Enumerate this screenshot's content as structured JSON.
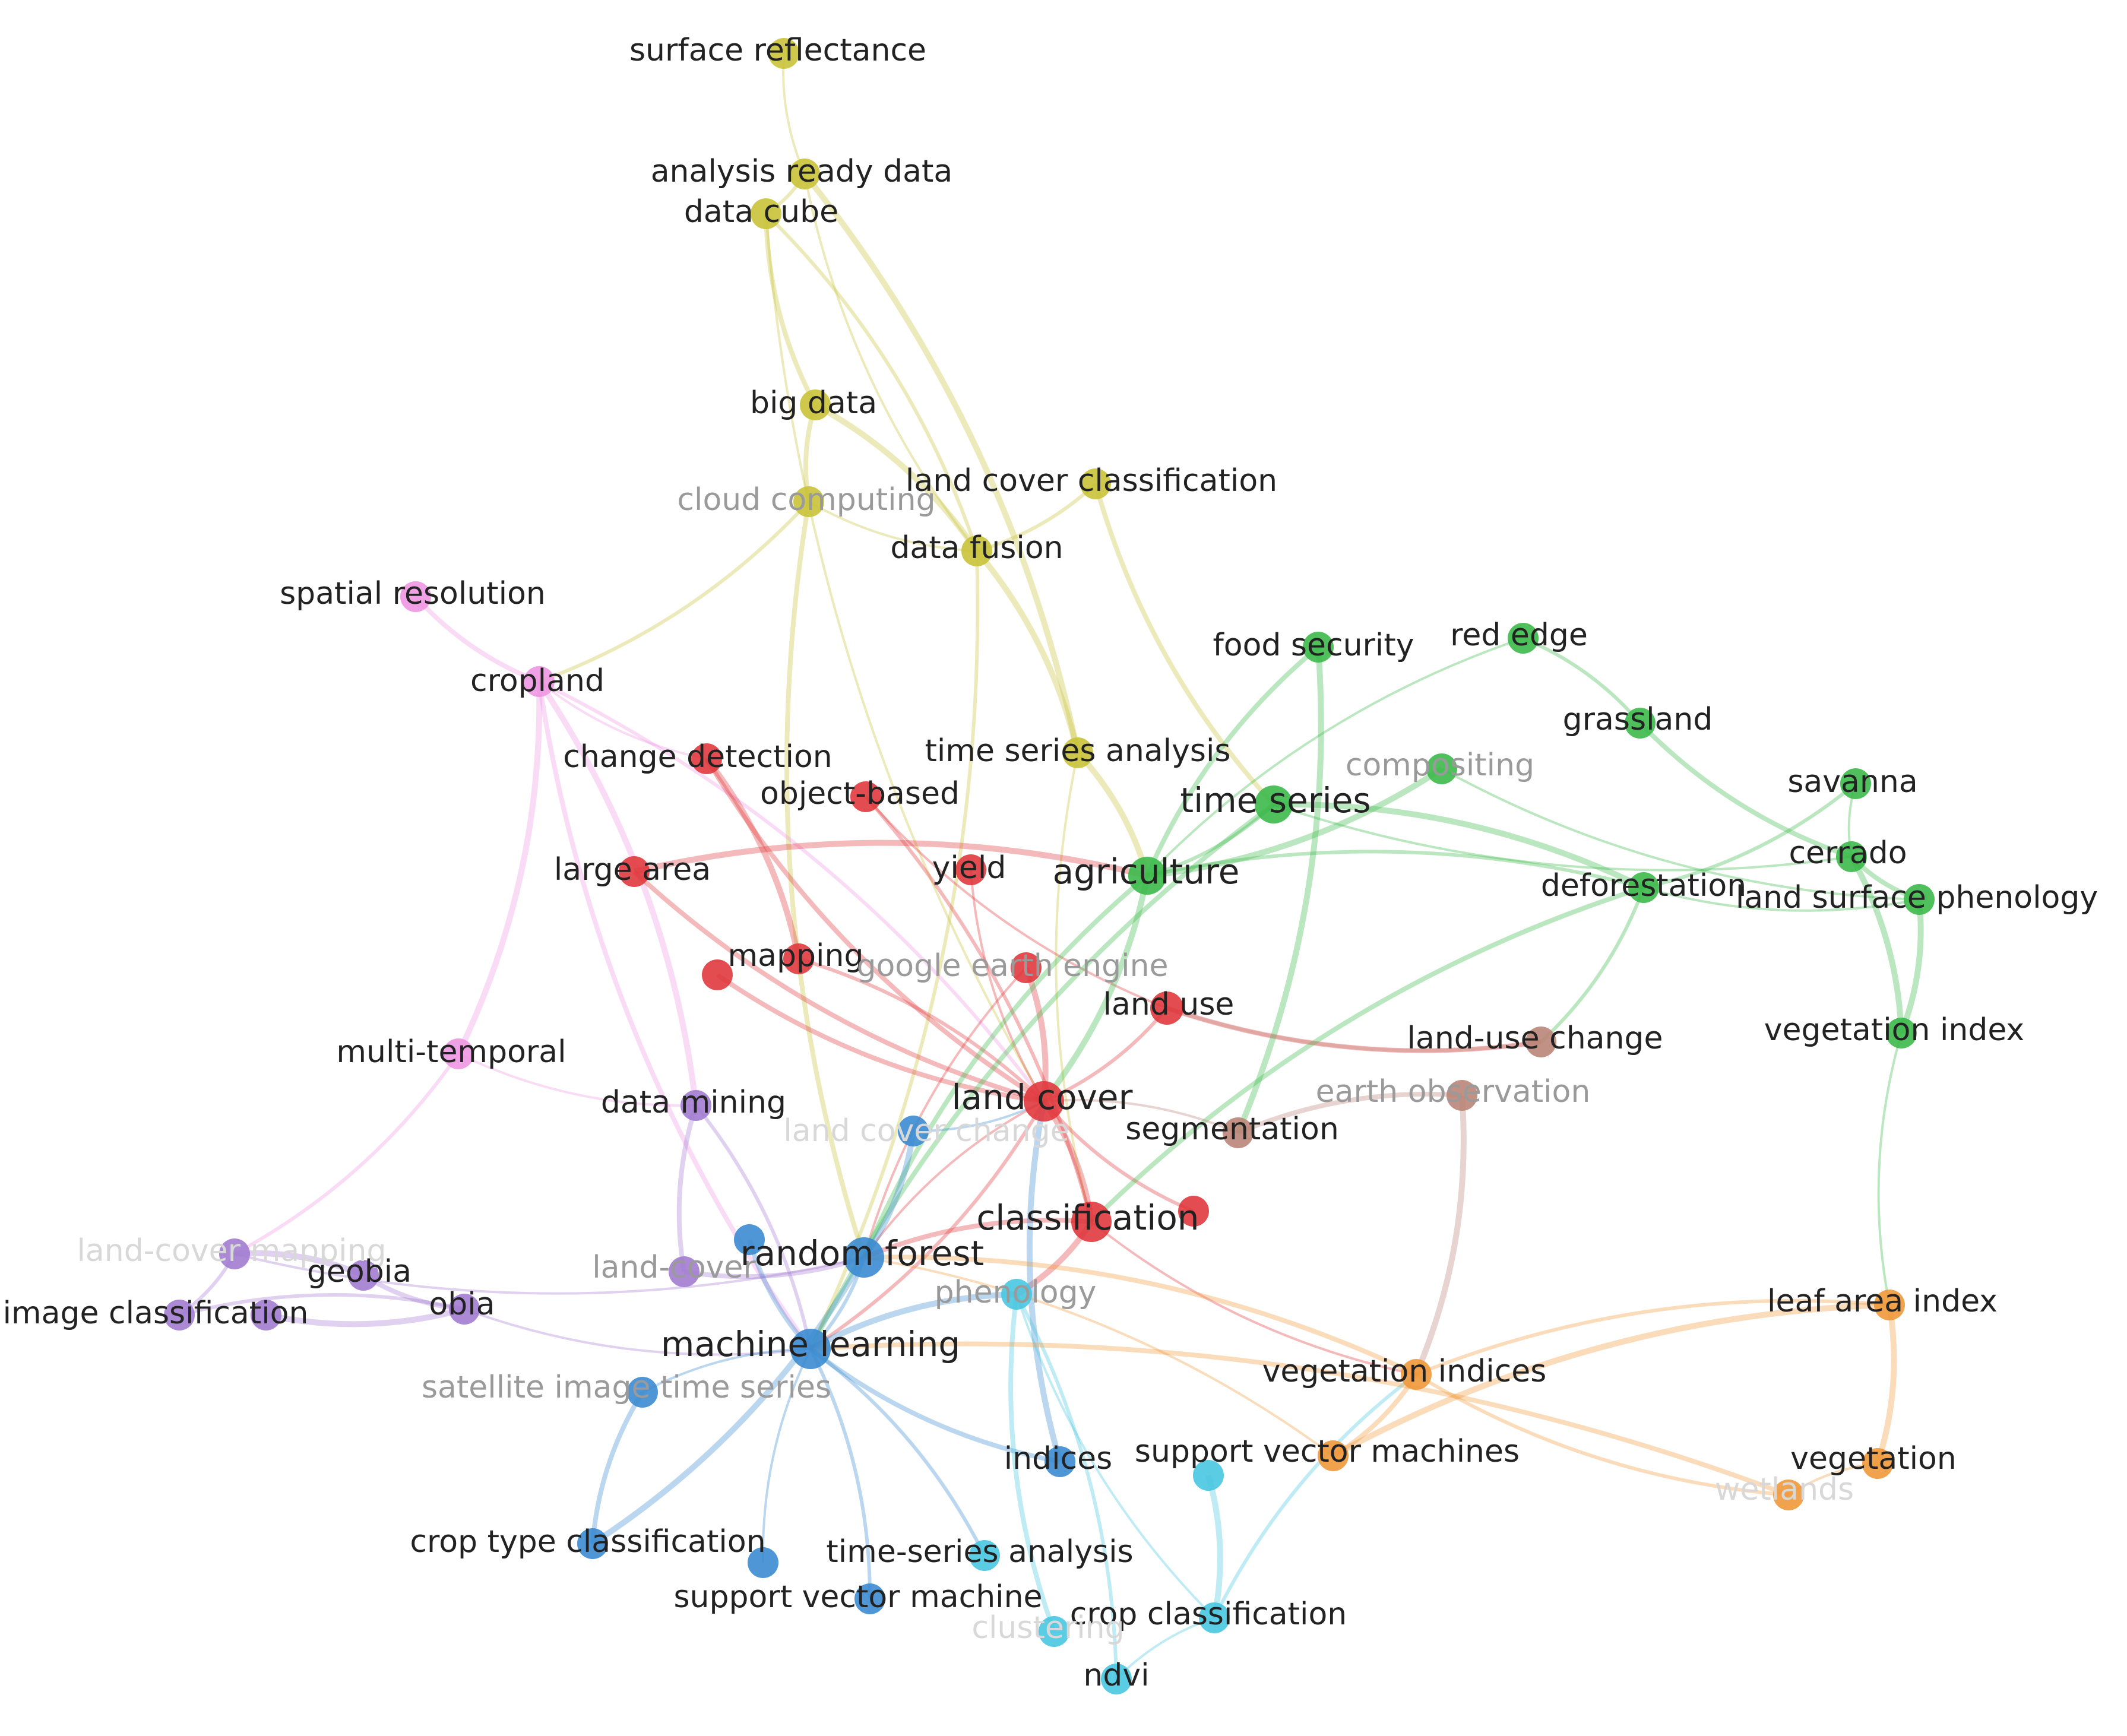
{
  "clusters": {
    "yellow": "#c9c338",
    "red": "#e0393d",
    "green": "#3cb94a",
    "blue": "#3b8bd0",
    "purple": "#a27cd0",
    "pink": "#ee97e2",
    "cyan": "#48c6e0",
    "orange": "#f0983a",
    "brown": "#b98577"
  },
  "nodes": [
    {
      "id": "surface_reflectance",
      "label": "surface reflectance",
      "cluster": "yellow"
    },
    {
      "id": "analysis_ready_data",
      "label": "analysis ready data",
      "cluster": "yellow"
    },
    {
      "id": "data_cube",
      "label": "data cube",
      "cluster": "yellow"
    },
    {
      "id": "big_data",
      "label": "big data",
      "cluster": "yellow"
    },
    {
      "id": "cloud_computing",
      "label": "cloud computing",
      "cluster": "yellow",
      "faint": true
    },
    {
      "id": "land_cover_classification",
      "label": "land cover classification",
      "cluster": "yellow"
    },
    {
      "id": "data_fusion",
      "label": "data fusion",
      "cluster": "yellow"
    },
    {
      "id": "time_series_analysis",
      "label": "time series analysis",
      "cluster": "yellow"
    },
    {
      "id": "spatial_resolution",
      "label": "spatial resolution",
      "cluster": "pink"
    },
    {
      "id": "cropland",
      "label": "cropland",
      "cluster": "pink"
    },
    {
      "id": "multi_temporal",
      "label": "multi-temporal",
      "cluster": "pink"
    },
    {
      "id": "change_detection",
      "label": "change detection",
      "cluster": "red"
    },
    {
      "id": "object_based",
      "label": "object-based",
      "cluster": "red"
    },
    {
      "id": "large_area",
      "label": "large area",
      "cluster": "red"
    },
    {
      "id": "yield",
      "label": "yield",
      "cluster": "red"
    },
    {
      "id": "mapping",
      "label": "mapping",
      "cluster": "red"
    },
    {
      "id": "mapping_left",
      "label": "",
      "cluster": "red"
    },
    {
      "id": "google_earth_engine",
      "label": "google earth engine",
      "cluster": "red",
      "faint": true
    },
    {
      "id": "land_use",
      "label": "land use",
      "cluster": "red"
    },
    {
      "id": "land_cover",
      "label": "land cover",
      "cluster": "red",
      "big": true
    },
    {
      "id": "classification",
      "label": "classification",
      "cluster": "red",
      "big": true
    },
    {
      "id": "classification_right",
      "label": "",
      "cluster": "red"
    },
    {
      "id": "food_security",
      "label": "food security",
      "cluster": "green"
    },
    {
      "id": "red_edge",
      "label": "red edge",
      "cluster": "green"
    },
    {
      "id": "grassland",
      "label": "grassland",
      "cluster": "green"
    },
    {
      "id": "compositing",
      "label": "compositing",
      "cluster": "green",
      "faint": true
    },
    {
      "id": "time_series",
      "label": "time series",
      "cluster": "green",
      "big": true
    },
    {
      "id": "agriculture",
      "label": "agriculture",
      "cluster": "green",
      "big": true
    },
    {
      "id": "savanna",
      "label": "savanna",
      "cluster": "green"
    },
    {
      "id": "cerrado",
      "label": "cerrado",
      "cluster": "green"
    },
    {
      "id": "deforestation",
      "label": "deforestation",
      "cluster": "green"
    },
    {
      "id": "land_surface_phenology",
      "label": "land surface phenology",
      "cluster": "green"
    },
    {
      "id": "vegetation_index",
      "label": "vegetation index",
      "cluster": "green"
    },
    {
      "id": "land_use_change",
      "label": "land-use change",
      "cluster": "brown"
    },
    {
      "id": "earth_observation",
      "label": "earth observation",
      "cluster": "brown",
      "faint": true
    },
    {
      "id": "segmentation",
      "label": "segmentation",
      "cluster": "brown"
    },
    {
      "id": "data_mining",
      "label": "data mining",
      "cluster": "purple"
    },
    {
      "id": "land_cover_mapping",
      "label": "land-cover mapping",
      "cluster": "purple",
      "vfaint": true
    },
    {
      "id": "geobia",
      "label": "geobia",
      "cluster": "purple"
    },
    {
      "id": "obia",
      "label": "obia",
      "cluster": "purple"
    },
    {
      "id": "image_classification",
      "label": "image classification",
      "cluster": "purple"
    },
    {
      "id": "image_classification_2",
      "label": "",
      "cluster": "purple"
    },
    {
      "id": "land_cover_purple",
      "label": "land-cover",
      "cluster": "purple",
      "faint": true
    },
    {
      "id": "land_cover_change",
      "label": "land cover change",
      "cluster": "blue",
      "vfaint": true
    },
    {
      "id": "random_forest",
      "label": "random forest",
      "cluster": "blue",
      "big": true
    },
    {
      "id": "random_forest_left",
      "label": "",
      "cluster": "blue"
    },
    {
      "id": "machine_learning",
      "label": "machine learning",
      "cluster": "blue",
      "big": true
    },
    {
      "id": "satellite_image_time_series",
      "label": "satellite image time series",
      "cluster": "blue",
      "faint": true
    },
    {
      "id": "indices",
      "label": "indices",
      "cluster": "blue"
    },
    {
      "id": "crop_type_classification",
      "label": "crop type classification",
      "cluster": "blue"
    },
    {
      "id": "crop_type_2",
      "label": "",
      "cluster": "blue"
    },
    {
      "id": "support_vector_machine",
      "label": "support vector machine",
      "cluster": "blue"
    },
    {
      "id": "phenology",
      "label": "phenology",
      "cluster": "cyan",
      "faint": true
    },
    {
      "id": "support_vector_machines_cyan",
      "label": "",
      "cluster": "cyan"
    },
    {
      "id": "time_series_analysis_2",
      "label": "time-series analysis",
      "cluster": "cyan"
    },
    {
      "id": "crop_classification",
      "label": "crop classification",
      "cluster": "cyan"
    },
    {
      "id": "clustering",
      "label": "clustering",
      "cluster": "cyan",
      "vfaint": true
    },
    {
      "id": "ndvi",
      "label": "ndvi",
      "cluster": "cyan"
    },
    {
      "id": "vegetation_indices",
      "label": "vegetation indices",
      "cluster": "orange"
    },
    {
      "id": "support_vector_machines",
      "label": "support vector machines",
      "cluster": "orange"
    },
    {
      "id": "leaf_area_index",
      "label": "leaf area index",
      "cluster": "orange"
    },
    {
      "id": "vegetation",
      "label": "vegetation",
      "cluster": "orange"
    },
    {
      "id": "wetlands",
      "label": "wetlands",
      "cluster": "orange",
      "vfaint": true
    }
  ],
  "edges": [
    [
      "surface_reflectance",
      "analysis_ready_data"
    ],
    [
      "analysis_ready_data",
      "data_cube"
    ],
    [
      "data_cube",
      "big_data"
    ],
    [
      "analysis_ready_data",
      "time_series_analysis"
    ],
    [
      "analysis_ready_data",
      "data_fusion"
    ],
    [
      "data_cube",
      "data_fusion"
    ],
    [
      "big_data",
      "cloud_computing"
    ],
    [
      "big_data",
      "data_fusion"
    ],
    [
      "cloud_computing",
      "data_fusion"
    ],
    [
      "land_cover_classification",
      "data_fusion"
    ],
    [
      "land_cover_classification",
      "time_series"
    ],
    [
      "data_fusion",
      "time_series_analysis"
    ],
    [
      "data_cube",
      "land_cover"
    ],
    [
      "cloud_computing",
      "cropland"
    ],
    [
      "cloud_computing",
      "random_forest"
    ],
    [
      "time_series_analysis",
      "agriculture"
    ],
    [
      "time_series_analysis",
      "classification"
    ],
    [
      "data_fusion",
      "machine_learning"
    ],
    [
      "spatial_resolution",
      "cropland"
    ],
    [
      "cropland",
      "multi_temporal"
    ],
    [
      "cropland",
      "change_detection"
    ],
    [
      "cropland",
      "land_cover"
    ],
    [
      "cropland",
      "machine_learning"
    ],
    [
      "cropland",
      "data_mining"
    ],
    [
      "multi_temporal",
      "data_mining"
    ],
    [
      "multi_temporal",
      "land_cover_mapping"
    ],
    [
      "change_detection",
      "land_cover"
    ],
    [
      "change_detection",
      "mapping"
    ],
    [
      "object_based",
      "land_use"
    ],
    [
      "object_based",
      "classification"
    ],
    [
      "large_area",
      "land_cover"
    ],
    [
      "large_area",
      "agriculture"
    ],
    [
      "yield",
      "land_cover"
    ],
    [
      "mapping",
      "land_cover"
    ],
    [
      "mapping_left",
      "land_cover"
    ],
    [
      "google_earth_engine",
      "land_cover"
    ],
    [
      "google_earth_engine",
      "random_forest"
    ],
    [
      "land_use",
      "land_cover"
    ],
    [
      "land_use",
      "land_use_change"
    ],
    [
      "land_cover",
      "classification"
    ],
    [
      "land_cover",
      "random_forest"
    ],
    [
      "land_cover",
      "machine_learning"
    ],
    [
      "classification",
      "random_forest"
    ],
    [
      "classification",
      "phenology"
    ],
    [
      "classification",
      "vegetation_indices"
    ],
    [
      "classification_right",
      "land_cover"
    ],
    [
      "food_security",
      "agriculture"
    ],
    [
      "food_security",
      "segmentation"
    ],
    [
      "red_edge",
      "agriculture"
    ],
    [
      "red_edge",
      "grassland"
    ],
    [
      "grassland",
      "cerrado"
    ],
    [
      "compositing",
      "agriculture"
    ],
    [
      "compositing",
      "land_surface_phenology"
    ],
    [
      "time_series",
      "agriculture"
    ],
    [
      "time_series",
      "machine_learning"
    ],
    [
      "time_series",
      "deforestation"
    ],
    [
      "time_series",
      "cerrado"
    ],
    [
      "agriculture",
      "deforestation"
    ],
    [
      "agriculture",
      "random_forest"
    ],
    [
      "agriculture",
      "land_cover"
    ],
    [
      "savanna",
      "cerrado"
    ],
    [
      "savanna",
      "deforestation"
    ],
    [
      "cerrado",
      "land_surface_phenology"
    ],
    [
      "cerrado",
      "vegetation_index"
    ],
    [
      "deforestation",
      "land_surface_phenology"
    ],
    [
      "deforestation",
      "land_use_change"
    ],
    [
      "deforestation",
      "classification"
    ],
    [
      "land_surface_phenology",
      "vegetation_index"
    ],
    [
      "vegetation_index",
      "leaf_area_index"
    ],
    [
      "land_use_change",
      "land_use"
    ],
    [
      "earth_observation",
      "segmentation"
    ],
    [
      "earth_observation",
      "vegetation_indices"
    ],
    [
      "segmentation",
      "land_cover"
    ],
    [
      "data_mining",
      "machine_learning"
    ],
    [
      "data_mining",
      "land_cover_purple"
    ],
    [
      "land_cover_mapping",
      "geobia"
    ],
    [
      "land_cover_mapping",
      "random_forest"
    ],
    [
      "land_cover_mapping",
      "image_classification"
    ],
    [
      "geobia",
      "obia"
    ],
    [
      "obia",
      "image_classification_2"
    ],
    [
      "obia",
      "machine_learning"
    ],
    [
      "image_classification",
      "obia"
    ],
    [
      "land_cover_purple",
      "random_forest"
    ],
    [
      "land_cover_change",
      "random_forest"
    ],
    [
      "land_cover_change",
      "land_cover"
    ],
    [
      "random_forest",
      "machine_learning"
    ],
    [
      "random_forest_left",
      "machine_learning"
    ],
    [
      "random_forest",
      "crop_type_classification"
    ],
    [
      "machine_learning",
      "satellite_image_time_series"
    ],
    [
      "machine_learning",
      "support_vector_machine"
    ],
    [
      "machine_learning",
      "indices"
    ],
    [
      "machine_learning",
      "phenology"
    ],
    [
      "machine_learning",
      "crop_type_2"
    ],
    [
      "machine_learning",
      "time_series_analysis_2"
    ],
    [
      "satellite_image_time_series",
      "crop_type_classification"
    ],
    [
      "indices",
      "land_cover"
    ],
    [
      "phenology",
      "crop_classification"
    ],
    [
      "phenology",
      "ndvi"
    ],
    [
      "phenology",
      "clustering"
    ],
    [
      "support_vector_machines_cyan",
      "crop_classification"
    ],
    [
      "crop_classification",
      "ndvi"
    ],
    [
      "crop_classification",
      "vegetation_indices"
    ],
    [
      "support_vector_machines",
      "vegetation_indices"
    ],
    [
      "support_vector_machines",
      "leaf_area_index"
    ],
    [
      "support_vector_machines",
      "random_forest"
    ],
    [
      "vegetation_indices",
      "leaf_area_index"
    ],
    [
      "vegetation_indices",
      "random_forest"
    ],
    [
      "leaf_area_index",
      "vegetation"
    ],
    [
      "vegetation",
      "wetlands"
    ],
    [
      "wetlands",
      "vegetation_indices"
    ],
    [
      "wetlands",
      "machine_learning"
    ]
  ]
}
